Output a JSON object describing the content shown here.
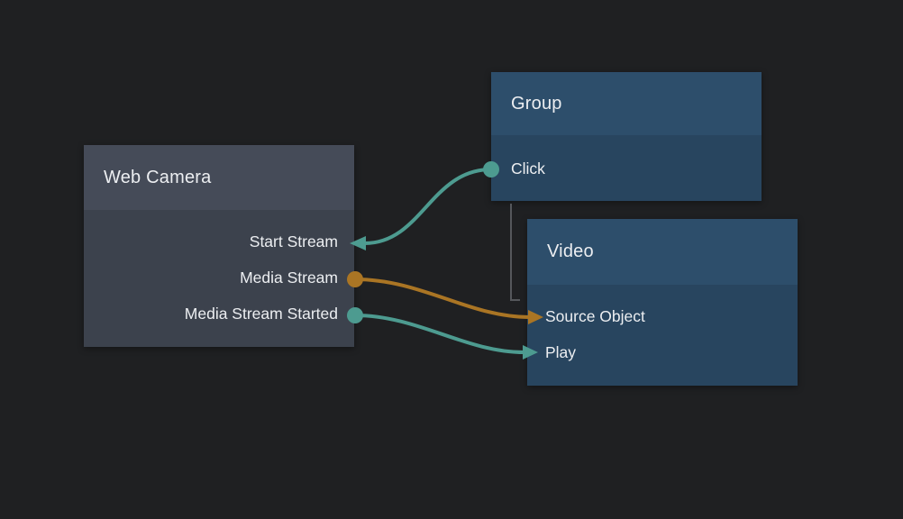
{
  "colors": {
    "teal": "#4d9b90",
    "orange": "#aa7524",
    "gray_link": "#55575b",
    "background": "#1f2022"
  },
  "nodes": [
    {
      "id": "web-camera",
      "title": "Web Camera",
      "ports": [
        {
          "label": "Start Stream",
          "direction": "input",
          "color": "teal"
        },
        {
          "label": "Media Stream",
          "direction": "output",
          "color": "orange"
        },
        {
          "label": "Media Stream Started",
          "direction": "output",
          "color": "teal"
        }
      ]
    },
    {
      "id": "group",
      "title": "Group",
      "ports": [
        {
          "label": "Click",
          "direction": "output",
          "color": "teal"
        }
      ]
    },
    {
      "id": "video",
      "title": "Video",
      "ports": [
        {
          "label": "Source Object",
          "direction": "input",
          "color": "orange"
        },
        {
          "label": "Play",
          "direction": "input",
          "color": "teal"
        }
      ]
    }
  ],
  "connections": [
    {
      "from": "Group.Click",
      "to": "Web Camera.Start Stream",
      "color": "teal",
      "style": "curve"
    },
    {
      "from": "Web Camera.Media Stream",
      "to": "Video.Source Object",
      "color": "orange",
      "style": "curve"
    },
    {
      "from": "Web Camera.Media Stream Started",
      "to": "Video.Play",
      "color": "teal",
      "style": "curve"
    },
    {
      "from": "Group",
      "to": "Video",
      "color": "gray_link",
      "style": "elbow"
    }
  ]
}
